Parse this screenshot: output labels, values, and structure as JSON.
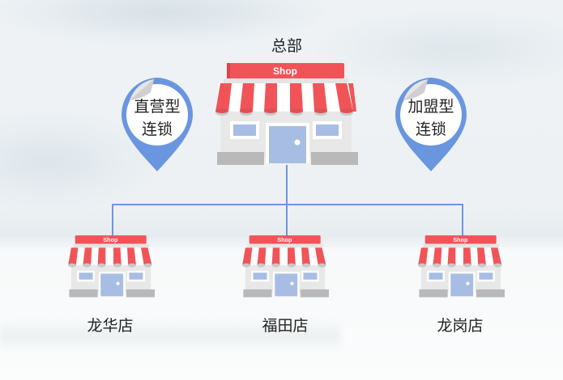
{
  "headquarters": {
    "label": "总部",
    "sign": "Shop"
  },
  "pins": [
    {
      "line1": "直营型",
      "line2": "连锁",
      "color": "#6a96e0"
    },
    {
      "line1": "加盟型",
      "line2": "连锁",
      "color": "#6a96e0"
    }
  ],
  "branches": [
    {
      "label": "龙华店",
      "sign": "Shop"
    },
    {
      "label": "福田店",
      "sign": "Shop"
    },
    {
      "label": "龙岗店",
      "sign": "Shop"
    }
  ],
  "colors": {
    "awning_red": "#f05459",
    "door_blue": "#a8bde3",
    "wall_gray": "#e8e8e8",
    "base_gray": "#b9b9b9",
    "connector": "#6f96de"
  }
}
